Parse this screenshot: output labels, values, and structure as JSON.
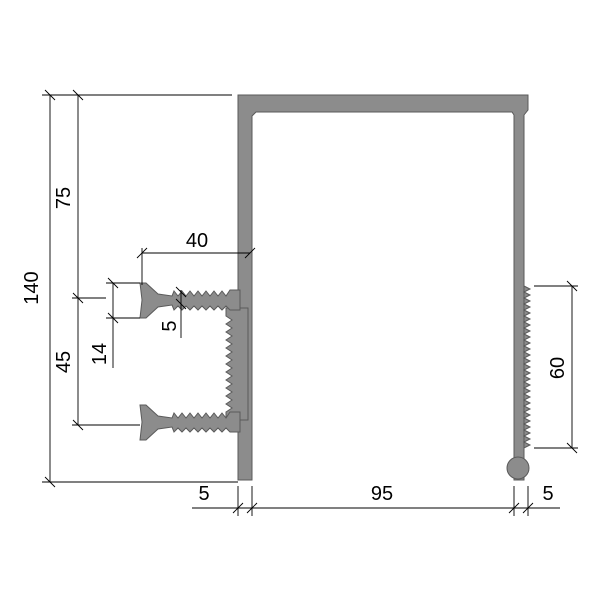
{
  "colors": {
    "background": "#ffffff",
    "profile_fill": "#8c8c8c",
    "profile_stroke": "#5a5a5a",
    "dimension_lines": "#000000"
  },
  "dimensions": {
    "overall_height": "140",
    "upper_height": "75",
    "lower_height": "45",
    "flange_spacing": "14",
    "web_width": "40",
    "tooth_depth": "5",
    "left_wall": "5",
    "inner_width": "95",
    "right_wall": "5",
    "serrated_length": "60"
  }
}
